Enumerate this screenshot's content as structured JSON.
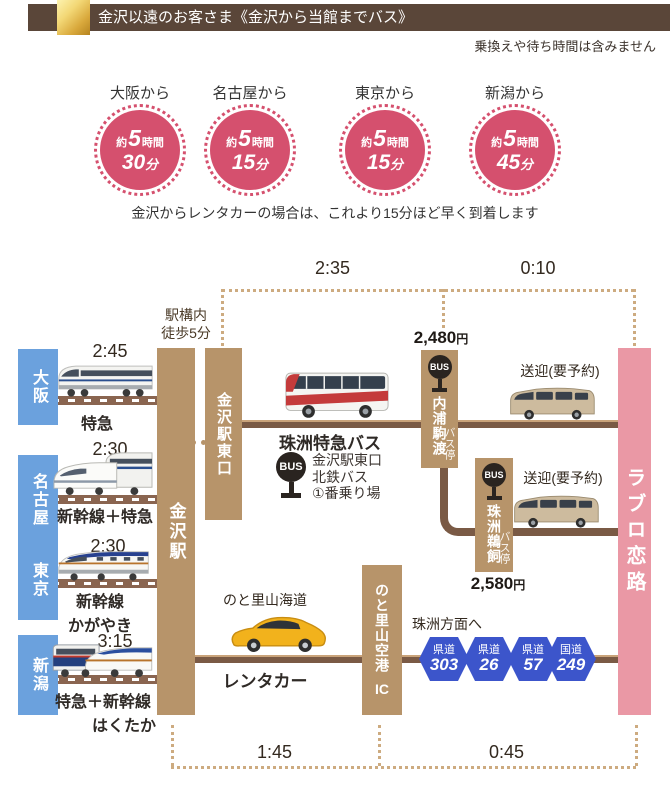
{
  "header": {
    "title": "金沢以遠のお客さま《金沢から当館までバス》",
    "note": "乗換えや待ち時間は含みません"
  },
  "durations": [
    {
      "label": "大阪から",
      "approx": "約",
      "hours": "5",
      "hours_unit": "時間",
      "minutes": "30",
      "minutes_unit": "分"
    },
    {
      "label": "名古屋から",
      "approx": "約",
      "hours": "5",
      "hours_unit": "時間",
      "minutes": "15",
      "minutes_unit": "分"
    },
    {
      "label": "東京から",
      "approx": "約",
      "hours": "5",
      "hours_unit": "時間",
      "minutes": "15",
      "minutes_unit": "分"
    },
    {
      "label": "新潟から",
      "approx": "約",
      "hours": "5",
      "hours_unit": "時間",
      "minutes": "45",
      "minutes_unit": "分"
    }
  ],
  "rental_note": "金沢からレンタカーの場合は、これより15分ほど早く到着します",
  "diagram": {
    "walk_note_1": "駅構内",
    "walk_note_2": "徒歩5分",
    "top_times": {
      "bus_ride": "2:35",
      "shuttle": "0:10"
    },
    "bottom_times": {
      "drive1": "1:45",
      "drive2": "0:45"
    },
    "stations": {
      "kanazawa": "金沢駅",
      "east_exit": "金沢駅東口",
      "airport": "のと里山空港",
      "ic": "IC",
      "destination": "ラブロ恋路"
    },
    "cities": [
      {
        "name": "大阪",
        "time": "2:45",
        "line1": "特急",
        "line2": ""
      },
      {
        "name": "名古屋",
        "time": "2:30",
        "line1": "新幹線＋特急",
        "line2": ""
      },
      {
        "name": "東京",
        "time": "2:30",
        "line1": "新幹線",
        "line2": "かがやき"
      },
      {
        "name": "新潟",
        "time": "3:15",
        "line1": "特急＋新幹線",
        "line2": "はくたか"
      }
    ],
    "bus": {
      "name": "珠洲特急バス",
      "icon_label": "BUS",
      "boarding_1": "金沢駅東口",
      "boarding_2": "北鉄バス",
      "boarding_3": "①番乗り場",
      "stop1": "内浦駒渡",
      "stop2": "珠洲鵜飼",
      "stop_suffix": "バス停",
      "fare1": "2,480",
      "fare2": "2,580",
      "yen": "円"
    },
    "shuttle_label_1": "送迎(要予約)",
    "shuttle_label_2": "送迎(要予約)",
    "rental": {
      "road": "のと里山海道",
      "label": "レンタカー",
      "direction": "珠洲方面へ",
      "signs": [
        {
          "type": "県道",
          "num": "303"
        },
        {
          "type": "県道",
          "num": "26"
        },
        {
          "type": "県道",
          "num": "57"
        },
        {
          "type": "国道",
          "num": "249"
        }
      ]
    }
  },
  "colors": {
    "header_brown": "#5a4639",
    "bar_tan": "#b7946a",
    "destination_pink": "#ea98a5",
    "city_blue": "#6ba1dd",
    "circle_pink": "#d5506e",
    "sign_blue": "#3c55cb",
    "road_brown": "#7a5a45",
    "dotted_tan": "#cdab80"
  }
}
